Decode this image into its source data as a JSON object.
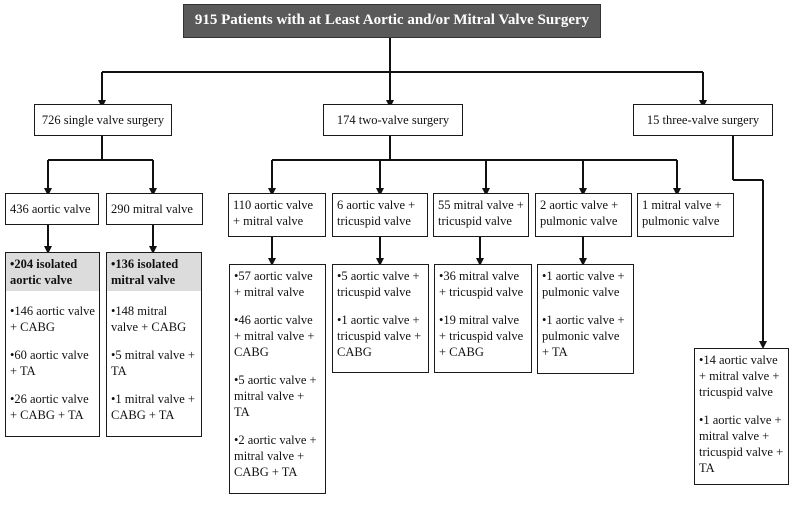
{
  "title": "915 Patients with at Least Aortic and/or Mitral Valve Surgery",
  "level1": {
    "single": "726 single valve surgery",
    "two": "174 two-valve surgery",
    "three": "15 three-valve surgery"
  },
  "level2": {
    "aortic": "436 aortic valve",
    "mitral": "290 mitral valve",
    "av_mv": "110 aortic valve + mitral valve",
    "av_tv": "6 aortic valve + tricuspid valve",
    "mv_tv": "55 mitral valve + tricuspid valve",
    "av_pv": "2 aortic valve + pulmonic valve",
    "mv_pv": "1 mitral valve + pulmonic valve"
  },
  "details": {
    "aortic": [
      "•204 isolated aortic valve",
      "•146 aortic valve + CABG",
      "•60 aortic valve + TA",
      "•26 aortic valve + CABG + TA"
    ],
    "mitral": [
      "•136 isolated mitral valve",
      "•148 mitral valve + CABG",
      "•5 mitral valve + TA",
      "•1 mitral valve + CABG + TA"
    ],
    "av_mv": [
      "•57 aortic valve + mitral valve",
      "•46 aortic valve + mitral valve + CABG",
      "•5 aortic valve + mitral valve + TA",
      "•2 aortic valve + mitral valve + CABG + TA"
    ],
    "av_tv": [
      "•5 aortic valve + tricuspid valve",
      "•1 aortic valve + tricuspid valve + CABG"
    ],
    "mv_tv": [
      "•36 mitral valve + tricuspid valve",
      "•19 mitral valve + tricuspid valve + CABG"
    ],
    "av_pv": [
      "•1 aortic valve + pulmonic valve",
      "•1 aortic valve + pulmonic valve + TA"
    ],
    "three": [
      "•14 aortic valve + mitral valve + tricuspid valve",
      "•1 aortic valve + mitral valve + tricuspid valve + TA"
    ]
  }
}
